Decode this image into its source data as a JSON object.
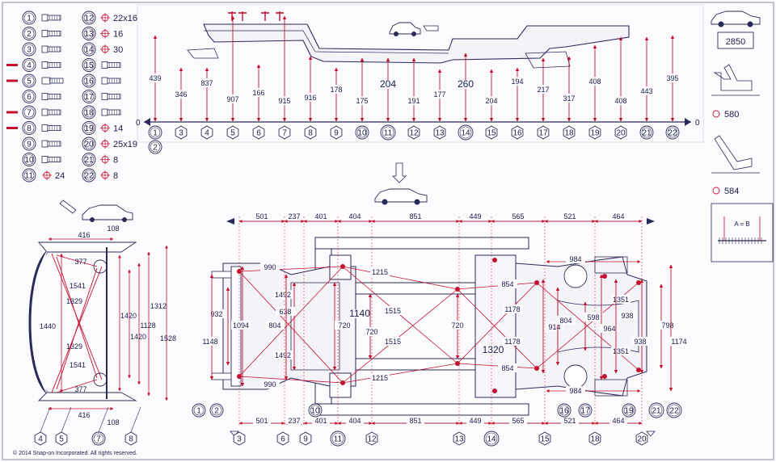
{
  "colors": {
    "background": "#fbfbfd",
    "frame": "#2a2a5a",
    "measure": "#c4102f",
    "text": "#1b1b4a",
    "axis": "#2a2a5a"
  },
  "legend_left": [
    {
      "n": "1",
      "code": "",
      "type": "stud"
    },
    {
      "n": "2",
      "code": "",
      "type": "stud"
    },
    {
      "n": "3",
      "code": "",
      "type": "bolt"
    },
    {
      "n": "4",
      "code": "",
      "type": "bolt",
      "flag": true
    },
    {
      "n": "5",
      "code": "",
      "type": "nut",
      "flag": true
    },
    {
      "n": "6",
      "code": "",
      "type": "bolt"
    },
    {
      "n": "7",
      "code": "",
      "type": "bolt",
      "flag": true
    },
    {
      "n": "8",
      "code": "",
      "type": "bolt",
      "flag": true
    },
    {
      "n": "9",
      "code": "",
      "type": "bolt"
    },
    {
      "n": "10",
      "code": "",
      "type": "bolt"
    },
    {
      "n": "11",
      "code": "⌖ 24",
      "type": "hole"
    }
  ],
  "legend_right": [
    {
      "n": "12",
      "code": "⌖ 22x16",
      "type": "hole"
    },
    {
      "n": "13",
      "code": "⌖ 16",
      "type": "hole"
    },
    {
      "n": "14",
      "code": "⌖ 30",
      "type": "hole"
    },
    {
      "n": "15",
      "code": "",
      "type": "bolt"
    },
    {
      "n": "16",
      "code": "",
      "type": "bolt"
    },
    {
      "n": "17",
      "code": "",
      "type": "bolt"
    },
    {
      "n": "18",
      "code": "",
      "type": "bolt"
    },
    {
      "n": "19",
      "code": "⌖ 14",
      "type": "hole"
    },
    {
      "n": "20",
      "code": "⌖ 25x19",
      "type": "hole"
    },
    {
      "n": "21",
      "code": "⌖ 8",
      "type": "hole"
    },
    {
      "n": "22",
      "code": "⌖ 8",
      "type": "hole"
    }
  ],
  "side_view": {
    "zero_left": "0",
    "zero_right": "0",
    "points": [
      "1",
      "3",
      "4",
      "5",
      "6",
      "7",
      "8",
      "9",
      "10",
      "11",
      "12",
      "13",
      "14",
      "15",
      "16",
      "17",
      "18",
      "19",
      "20",
      "21",
      "22"
    ],
    "point_below": "2",
    "heights": [
      "439",
      "346",
      "837",
      "907",
      "166",
      "915",
      "916",
      "178",
      "175",
      "204",
      "191",
      "177",
      "260",
      "204",
      "194",
      "217",
      "317",
      "408",
      "408",
      "443",
      "395"
    ]
  },
  "right_panel": {
    "wheelbase": "2850",
    "angle1": "580",
    "angle2": "584",
    "equation": "A = B"
  },
  "front_view": {
    "top_width": "416",
    "top_offset": "108",
    "bottom_width": "416",
    "bottom_offset": "108",
    "v1440": "1440",
    "v1420a": "1420",
    "v1128": "1128",
    "v1420b": "1420",
    "v1312": "1312",
    "v1528": "1528",
    "d1541a": "1541",
    "d1329a": "1329",
    "d1329b": "1329",
    "d1541b": "1541",
    "d377a": "377",
    "d377b": "377",
    "labels": [
      "4",
      "5",
      "7",
      "8"
    ]
  },
  "top_view": {
    "top_segments": [
      "501",
      "237",
      "401",
      "404",
      "851",
      "449",
      "565",
      "521",
      "464"
    ],
    "bottom_segments": [
      "501",
      "237",
      "401",
      "404",
      "851",
      "449",
      "565",
      "521",
      "464"
    ],
    "d990a": "990",
    "d990b": "990",
    "d1215a": "1215",
    "d1215b": "1215",
    "d1492a": "1492",
    "d1492b": "1492",
    "d1515a": "1515",
    "d1515b": "1515",
    "d1140": "1140",
    "d854a": "854",
    "d854b": "854",
    "d1178a": "1178",
    "d1178b": "1178",
    "d984a": "984",
    "d984b": "984",
    "d1351a": "1351",
    "d1351b": "1351",
    "d1320": "1320",
    "v932": "932",
    "v1148": "1148",
    "v1094": "1094",
    "v638": "638",
    "v804a": "804",
    "v720a": "720",
    "v720b": "720",
    "v720c": "720",
    "v914": "914",
    "v804b": "804",
    "v598": "598",
    "v964": "964",
    "v938a": "938",
    "v938b": "938",
    "v798": "798",
    "v1174": "1174",
    "bottom_labels": [
      "1",
      "2",
      "3",
      "6",
      "9",
      "10",
      "11",
      "12",
      "13",
      "14",
      "15",
      "16",
      "17",
      "18",
      "19",
      "20",
      "21",
      "22"
    ]
  },
  "copyright": "©  2014 Snap-on Incorporated.  All rights reserved."
}
